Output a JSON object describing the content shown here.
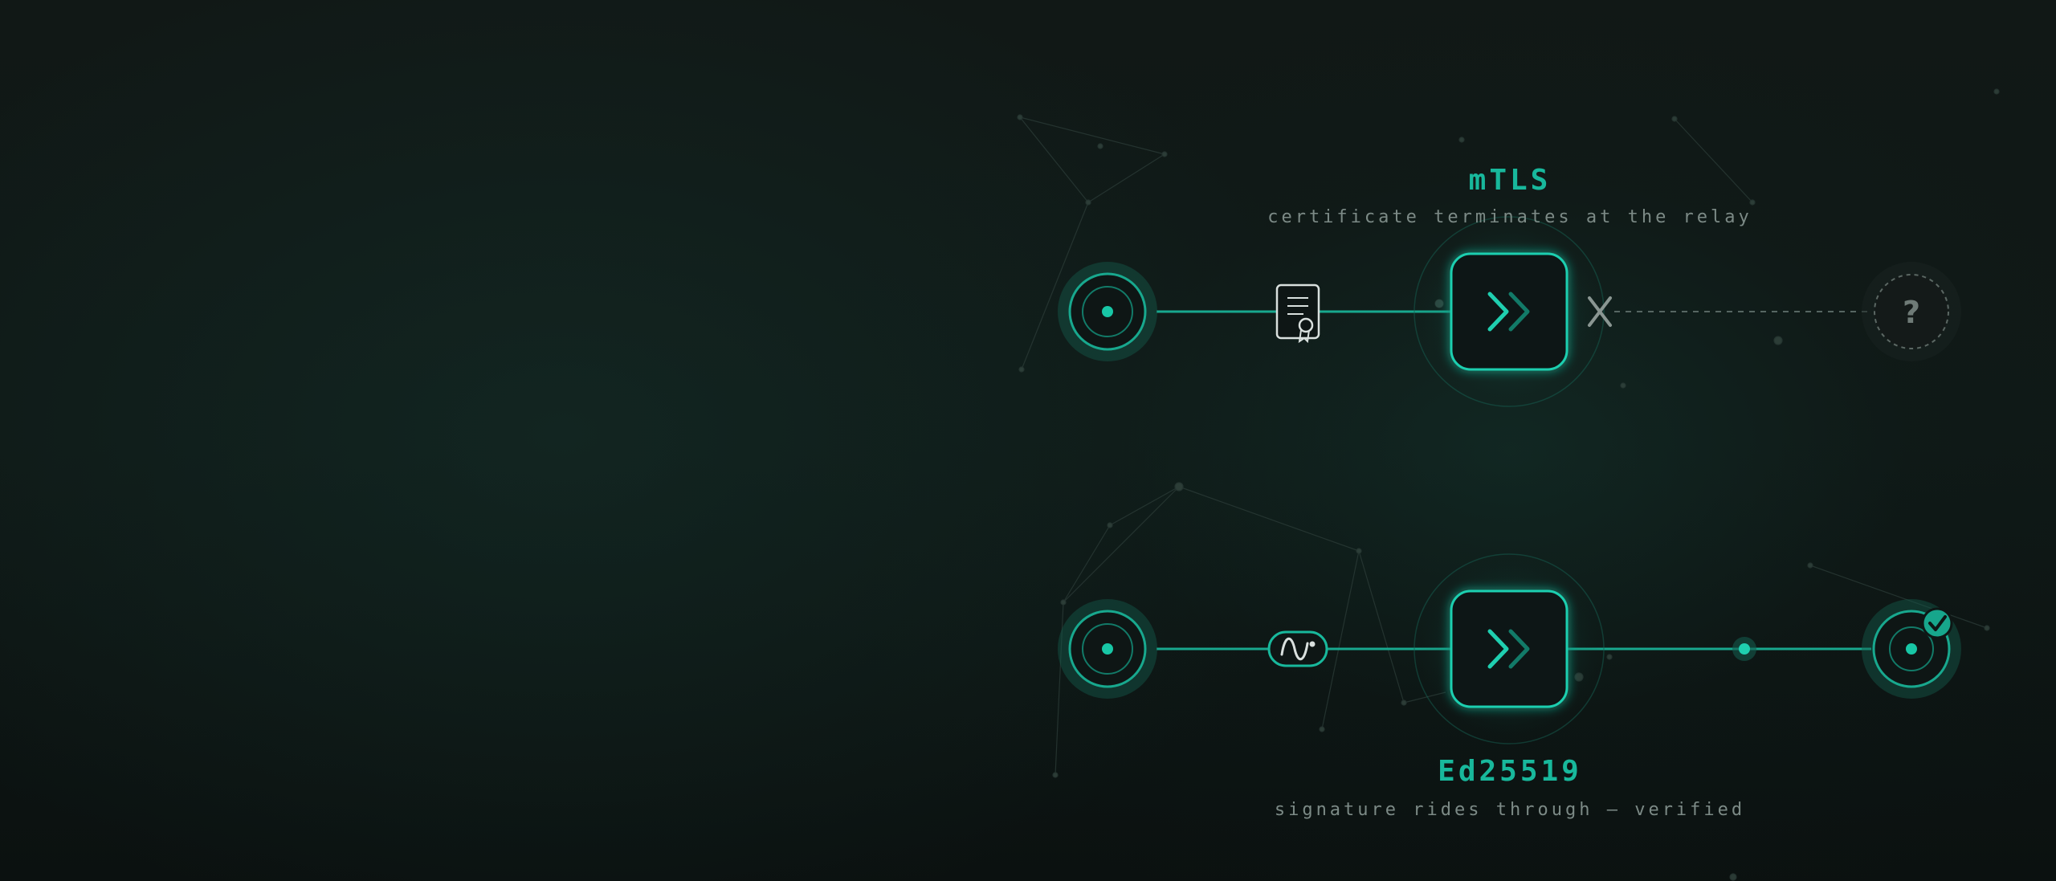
{
  "mtls": {
    "title": "mTLS",
    "subtitle": "certificate terminates at the relay",
    "unknown_mark": "?"
  },
  "ed25519": {
    "title": "Ed25519",
    "subtitle": "signature rides through — verified"
  },
  "colors": {
    "accent": "#18b89c",
    "accent_dim": "#127a68",
    "node_fill": "#0e1615",
    "muted_text": "#7c8a86",
    "fail_mark": "#8a9692",
    "background": "#0f1514"
  },
  "icons": {
    "source": "target-node-icon",
    "certificate": "certificate-icon",
    "relay": "relay-forward-icon",
    "blocked": "x-icon",
    "unknown": "question-mark-icon",
    "signature": "signature-wave-icon",
    "verified": "checkmark-icon"
  }
}
